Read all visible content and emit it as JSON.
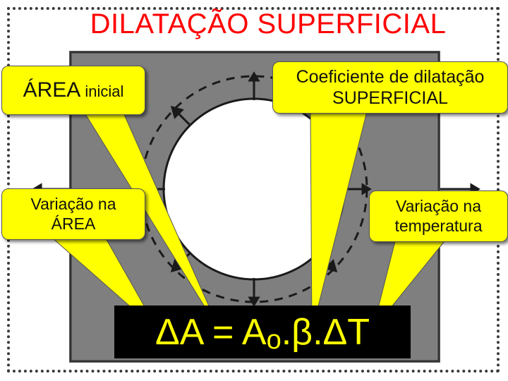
{
  "title": "DILATAÇÃO SUPERFICIAL",
  "callouts": {
    "area_initial_big": "ÁREA",
    "area_initial_small": "inicial",
    "coef_line1": "Coeficiente de dilatação",
    "coef_line2": "SUPERFICIAL",
    "var_area_line1": "Variação na",
    "var_area_line2": "ÁREA",
    "var_temp_line1": "Variação na",
    "var_temp_line2": "temperatura"
  },
  "formula": {
    "delta1": "Δ",
    "lhs": "A = A",
    "sub": "o",
    "rest": ".β. ",
    "delta2": "Δ",
    "last": "T"
  },
  "colors": {
    "title": "#ff0000",
    "callout_fill": "#ffff00",
    "plate": "#7f7f7f",
    "formula_bg": "#000000",
    "formula_text": "#ffff00"
  }
}
